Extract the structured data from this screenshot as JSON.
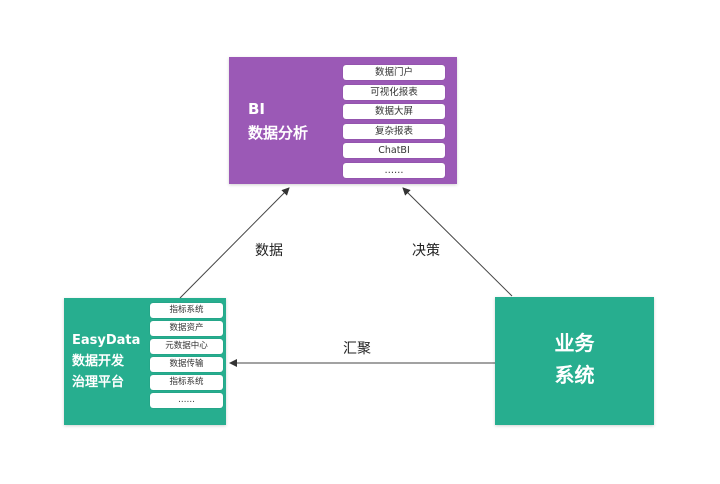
{
  "bi": {
    "title_line1": "BI",
    "title_line2": "数据分析",
    "items": [
      "数据门户",
      "可视化报表",
      "数据大屏",
      "复杂报表",
      "ChatBI",
      "……"
    ]
  },
  "easydata": {
    "title_line1": "EasyData",
    "title_line2": "数据开发",
    "title_line3": "治理平台",
    "items": [
      "指标系统",
      "数据资产",
      "元数据中心",
      "数据传输",
      "指标系统",
      "……"
    ]
  },
  "business": {
    "title_line1": "业务",
    "title_line2": "系统"
  },
  "edges": {
    "data_label": "数据",
    "decision_label": "决策",
    "aggregate_label": "汇聚"
  },
  "colors": {
    "bi_box": "#9b59b6",
    "green_box": "#27ae8f",
    "arrow": "#333333"
  }
}
